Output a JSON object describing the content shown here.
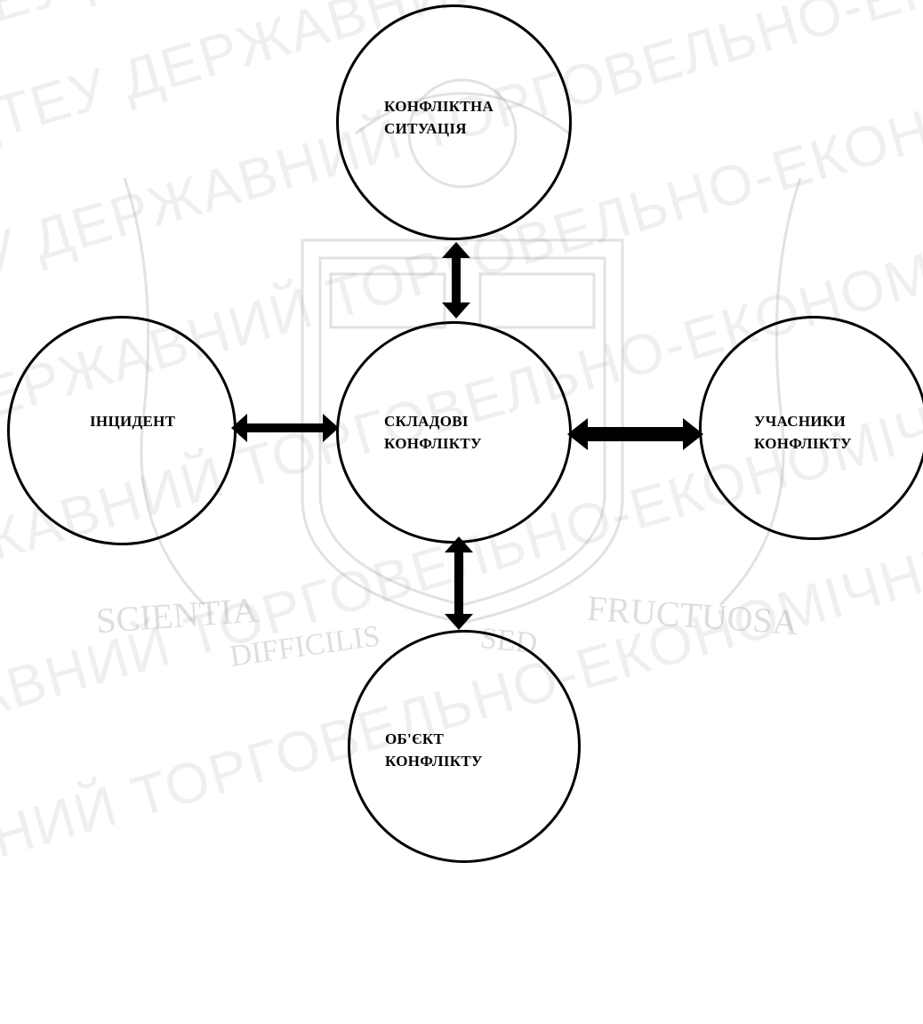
{
  "colors": {
    "stroke": "#000000",
    "background": "#ffffff",
    "watermark": "#b4b4b4"
  },
  "watermark": {
    "phrase": "ТЕУ ДТЕУ ДЕРЖАВНИЙ ТОРГОВЕЛЬНО-ЕКОНОМІЧНИЙ УНІВЕРСИТЕТ ДТЕУ ДТЕУ",
    "motto_left": "SCIENTIA",
    "motto_mid1": "DIFFICILIS",
    "motto_mid2": "SED",
    "motto_right": "FRUCTUOSA"
  },
  "diagram": {
    "center": {
      "line1": "СКЛАДОВІ",
      "line2": "КОНФЛІКТУ"
    },
    "top": {
      "line1": "КОНФЛІКТНА",
      "line2": "СИТУАЦІЯ"
    },
    "left": {
      "line1": "ІНЦИДЕНТ"
    },
    "right": {
      "line1": "УЧАСНИКИ",
      "line2": "КОНФЛІКТУ"
    },
    "bottom": {
      "line1": "ОБ'ЄКТ",
      "line2": "КОНФЛІКТУ"
    }
  }
}
